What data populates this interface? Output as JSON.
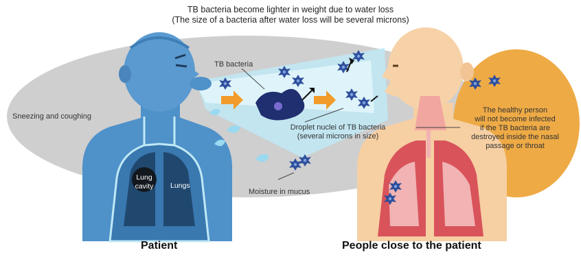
{
  "heading": {
    "line1": "TB bacteria become lighter in weight due to water loss",
    "line2": "(The size of a bacteria after water loss will be several microns)"
  },
  "labels": {
    "tb_bacteria": "TB bacteria",
    "sneezing": "Sneezing and coughing",
    "droplet_nuclei_line1": "Droplet nuclei of TB bacteria",
    "droplet_nuclei_line2": "(several microns in size)",
    "moisture": "Moisture in mucus",
    "lung_cavity_line1": "Lung",
    "lung_cavity_line2": "cavity",
    "lungs": "Lungs",
    "healthy_line1": "The healthy person",
    "healthy_line2": "will not become infected",
    "healthy_line3": "if the TB bacteria are",
    "healthy_line4": "destroyed inside the nasal",
    "healthy_line5": "passage or throat"
  },
  "captions": {
    "patient": "Patient",
    "people_close": "People close to the patient"
  },
  "icons": [
    "bacteria-icon",
    "arrow-right-icon",
    "droplet-icon"
  ],
  "colors": {
    "patient_blue": "#4f91c9",
    "lung_dark": "#20486e",
    "skin": "#f6cfa3",
    "cloud_gray": "#c8c8c8",
    "halo_orange": "#eeaa45",
    "spray_cyan": "#bfe9f6",
    "bacteria": "#2f4f9c",
    "arrow": "#f29b2a",
    "lung_red": "#d9535b"
  }
}
